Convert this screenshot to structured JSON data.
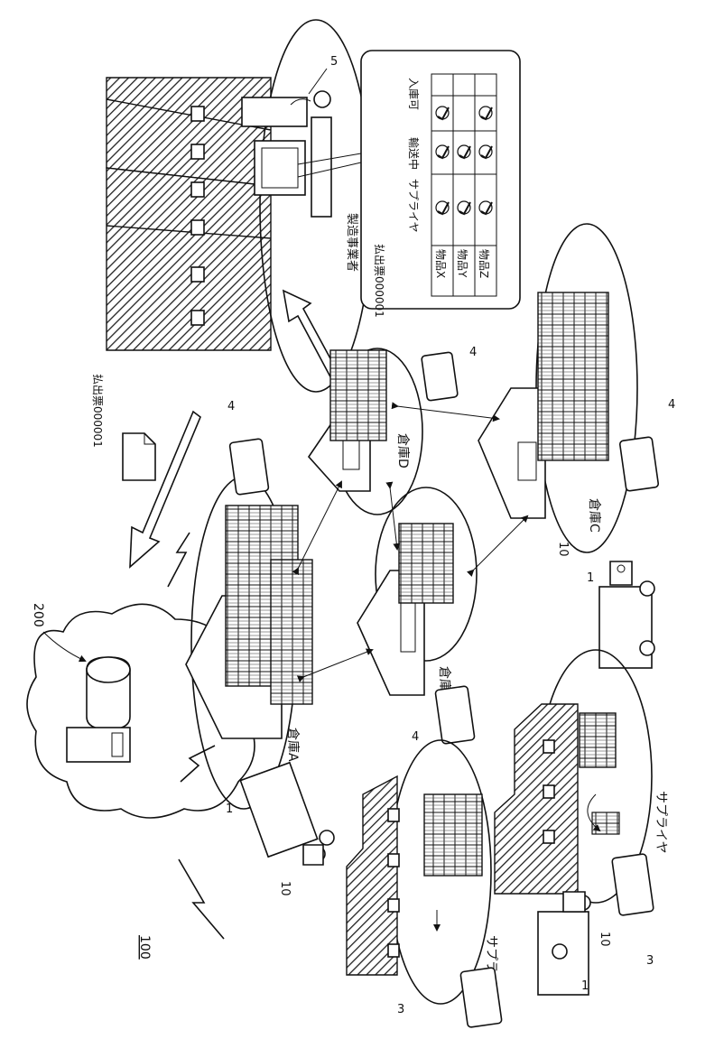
{
  "diagram": {
    "system_label": "100",
    "cloud_label": "200",
    "slip_label": "払出票000001",
    "manufacturer_label": "製造事業者",
    "terminal_label": "5",
    "tablet_label_warehouse": "4",
    "tablet_label_supplier": "3",
    "vehicle_label": "1",
    "device_label": "10",
    "supplier_label": "サプライヤ",
    "warehouses": {
      "a": "倉庫A",
      "b": "倉庫B",
      "c": "倉庫C",
      "d": "倉庫D"
    },
    "screen_table": {
      "title": "払出票000001",
      "headers": [
        "サプライヤ",
        "輸送中",
        "入庫可"
      ],
      "rows": [
        {
          "item": "物品X",
          "checks": [
            true,
            true,
            true
          ]
        },
        {
          "item": "物品Y",
          "checks": [
            true,
            true,
            false
          ]
        },
        {
          "item": "物品Z",
          "checks": [
            true,
            true,
            true
          ]
        }
      ]
    }
  }
}
